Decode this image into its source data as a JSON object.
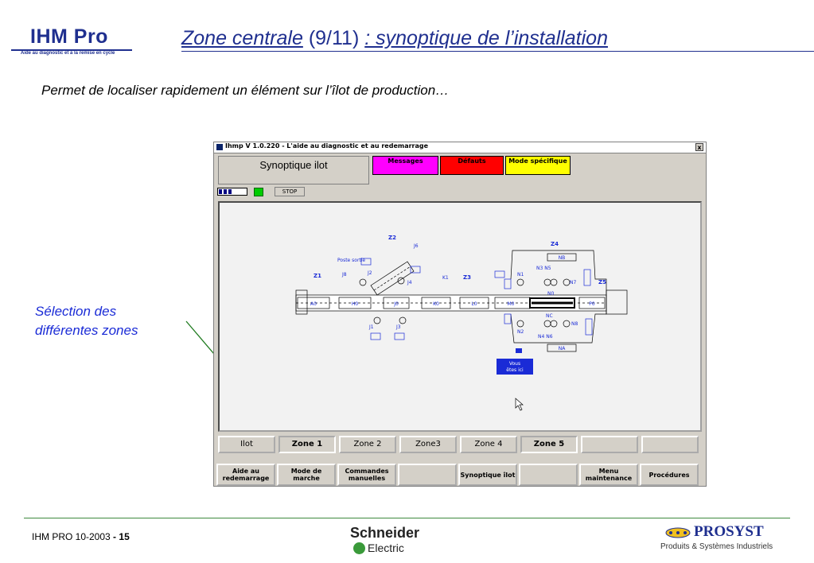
{
  "header": {
    "logo_main": "IHM Pro",
    "logo_sub": "Aide au diagnostic et  à la remise en cycle",
    "title_part1": "Zone centrale",
    "title_part2": " (9/11) ",
    "title_part3": ": synoptique de l’installation"
  },
  "subtitle": "Permet de localiser rapidement un élément sur l’îlot de production…",
  "annotation": {
    "line1": "Sélection des",
    "line2": "différentes zones"
  },
  "window": {
    "title": "Ihmp V 1.0.220 - L'aide au diagnostic et au redemarrage",
    "close": "x",
    "tab_main": "Synoptique ilot",
    "tab_messages": "Messages",
    "tab_defauts": "Défauts",
    "tab_mode": "Mode spécifique",
    "stop_label": "STOP",
    "colors": {
      "messages": "#ff00ff",
      "defauts": "#ff0000",
      "mode": "#ffff00",
      "status": "#00cc00"
    }
  },
  "synoptic": {
    "zones": [
      "Z1",
      "Z2",
      "Z3",
      "Z4",
      "Z5"
    ],
    "stations": [
      "A0",
      "H0",
      "J0",
      "K0",
      "L0",
      "M0",
      "P0"
    ],
    "poste_sortie": "Poste sortie",
    "labels": {
      "J8": "J8",
      "J2": "J2",
      "J4": "J4",
      "J6": "J6",
      "K1": "K1",
      "J1": "J1",
      "J3": "J3",
      "N1": "N1",
      "N3N5": "N3 N5",
      "N7": "N7",
      "N0": "N0",
      "NC": "NC",
      "N2": "N2",
      "N4N6": "N4 N6",
      "N8": "N8",
      "NB": "NB",
      "NA": "NA"
    },
    "vous_line1": "Vous",
    "vous_line2": "êtes ici"
  },
  "zone_buttons": [
    "Ilot",
    "Zone 1",
    "Zone 2",
    "Zone3",
    "Zone 4",
    "Zone 5",
    "",
    ""
  ],
  "function_buttons": [
    {
      "line1": "Aide au",
      "line2": "redemarrage"
    },
    {
      "line1": "Mode de",
      "line2": "marche"
    },
    {
      "line1": "Commandes",
      "line2": "manuelles"
    },
    {
      "line1": "",
      "line2": ""
    },
    {
      "line1": "Synoptique îlot",
      "line2": ""
    },
    {
      "line1": "",
      "line2": ""
    },
    {
      "line1": "Menu",
      "line2": "maintenance"
    },
    {
      "line1": "Procédures",
      "line2": ""
    }
  ],
  "footer": {
    "doc": "IHM PRO 10-2003",
    "sep": " - ",
    "page": "15",
    "schneider_1": "Schneider",
    "schneider_2": "Electric",
    "prosyst_1": "PROSYST",
    "prosyst_2": "Produits & Systèmes Industriels"
  }
}
